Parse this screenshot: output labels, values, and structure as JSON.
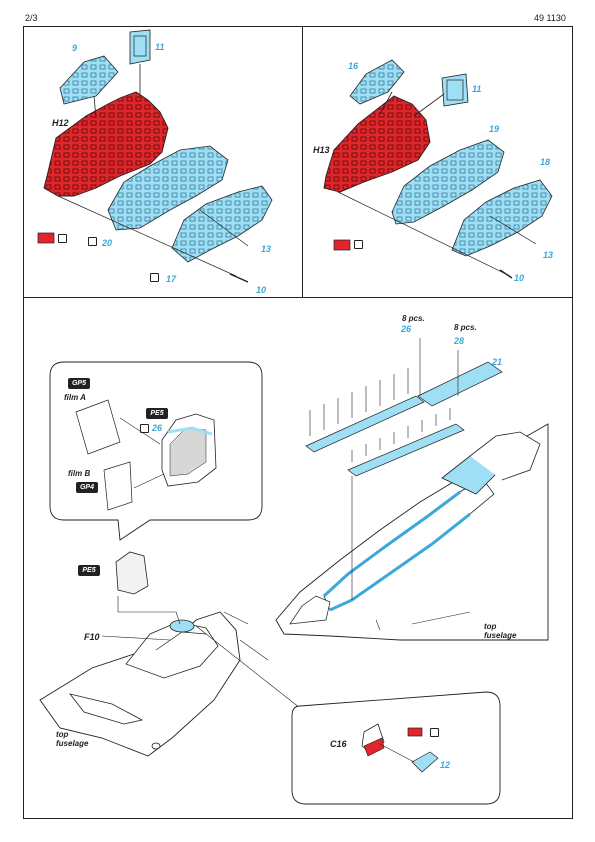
{
  "header": {
    "page": "2/3",
    "code": "49 1130"
  },
  "panel_tl": {
    "part_h12": "H12",
    "n9": "9",
    "n11": "11",
    "n13": "13",
    "n20": "20",
    "n17": "17",
    "n10": "10"
  },
  "panel_tr": {
    "part_h13": "H13",
    "n16": "16",
    "n11": "11",
    "n19": "19",
    "n18": "18",
    "n13": "13",
    "n10": "10"
  },
  "panel_bottom": {
    "eight_pcs_left": "8 pcs.",
    "n26_top": "26",
    "eight_pcs_right": "8 pcs.",
    "n28": "28",
    "n21": "21",
    "top_fuselage_right_1": "top",
    "top_fuselage_right_2": "fuselage",
    "top_fuselage_left_1": "top",
    "top_fuselage_left_2": "fuselage",
    "part_f10": "F10",
    "part_c16": "C16",
    "n12": "12",
    "bubble": {
      "gp5": "GP5",
      "film_a": "film A",
      "pe5": "PE5",
      "n26": "26",
      "film_b": "film B",
      "gp4": "GP4"
    },
    "pe5_left": "PE5"
  },
  "colors": {
    "red": "#e0262b",
    "blue": "#9fdff5",
    "blue_line": "#3aa8d8",
    "ink": "#222222"
  }
}
